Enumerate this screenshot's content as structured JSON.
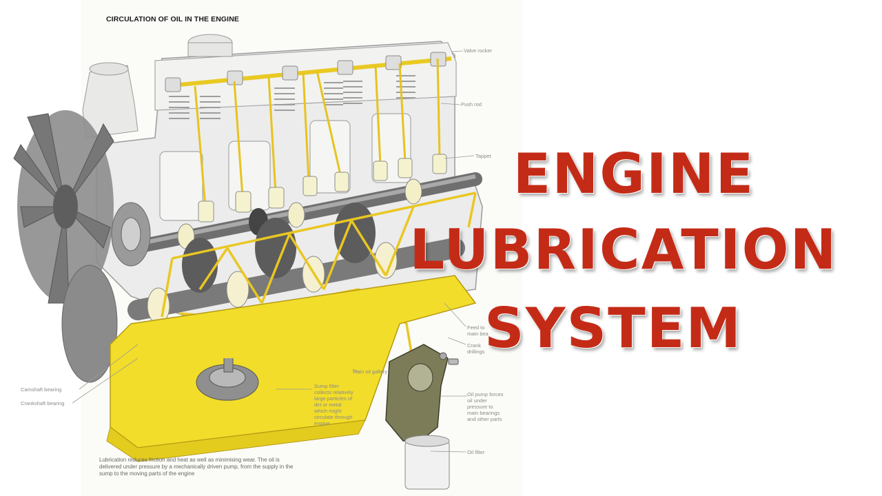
{
  "figure": {
    "title": "CIRCULATION OF OIL IN THE ENGINE",
    "caption": "Lubrication reduces friction and heat as well as minimising wear. The oil is delivered under pressure by a mechanically driven pump, from the supply in the sump to the moving parts of the engine"
  },
  "headline": {
    "line1": "ENGINE",
    "line2": "LUBRICATION",
    "line3": "SYSTEM"
  },
  "labels": {
    "valve_rocker": "Valve rocker",
    "push_rod": "Push rod",
    "tappet": "Tappet",
    "feed_main": "Feed to main bea",
    "crank_drillings": "Crank drillings",
    "main_oil_gallery": "Main oil gallery",
    "sump_filter": "Sump filter collects relatively large particles of dirt or metal which might circulate through engine",
    "oil_pump": "Oil pump forces oil under pressure to main bearings and other parts",
    "oil_filter": "Oil filter",
    "camshaft_bearing": "Camshaft bearing",
    "crankshaft_bearing": "Crankshaft bearing"
  },
  "colors": {
    "headline": "#c42b17",
    "oil": "#f3dc34",
    "engine_block": "#ececec",
    "metal": "#8f8f8f",
    "sump": "#f2dd2a"
  }
}
